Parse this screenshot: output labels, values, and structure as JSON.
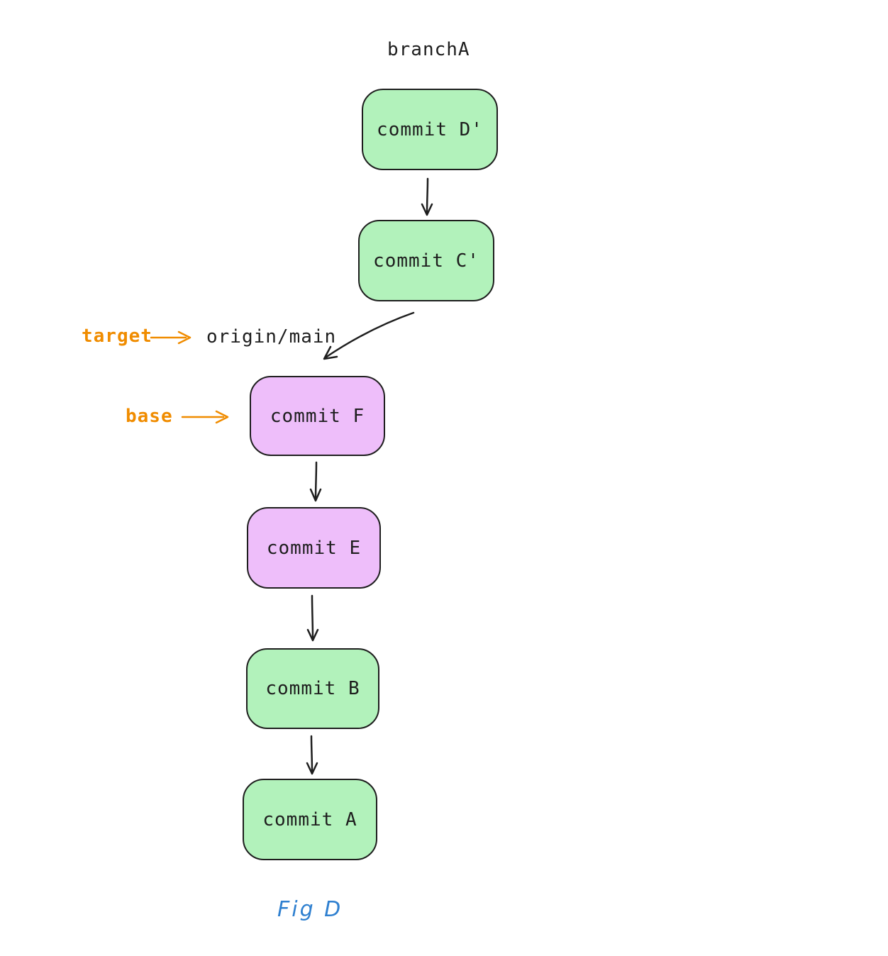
{
  "diagram": {
    "branch_label": "branchA",
    "caption": "Fig D",
    "annotations": {
      "target": {
        "label": "target",
        "ref": "origin/main"
      },
      "base": {
        "label": "base"
      }
    },
    "nodes": [
      {
        "id": "commit-d-prime",
        "label": "commit D'",
        "fill": "green"
      },
      {
        "id": "commit-c-prime",
        "label": "commit C'",
        "fill": "green"
      },
      {
        "id": "commit-f",
        "label": "commit F",
        "fill": "purple"
      },
      {
        "id": "commit-e",
        "label": "commit E",
        "fill": "purple"
      },
      {
        "id": "commit-b",
        "label": "commit B",
        "fill": "green"
      },
      {
        "id": "commit-a",
        "label": "commit A",
        "fill": "green"
      }
    ],
    "edges": [
      {
        "from": "commit-d-prime",
        "to": "commit-c-prime"
      },
      {
        "from": "commit-c-prime",
        "to": "commit-f"
      },
      {
        "from": "commit-f",
        "to": "commit-e"
      },
      {
        "from": "commit-e",
        "to": "commit-b"
      },
      {
        "from": "commit-b",
        "to": "commit-a"
      }
    ],
    "colors": {
      "green": "#b2f2bb",
      "purple": "#eebefa",
      "stroke": "#1e1e1e",
      "orange": "#f08c00",
      "blue": "#2f80d0"
    }
  }
}
